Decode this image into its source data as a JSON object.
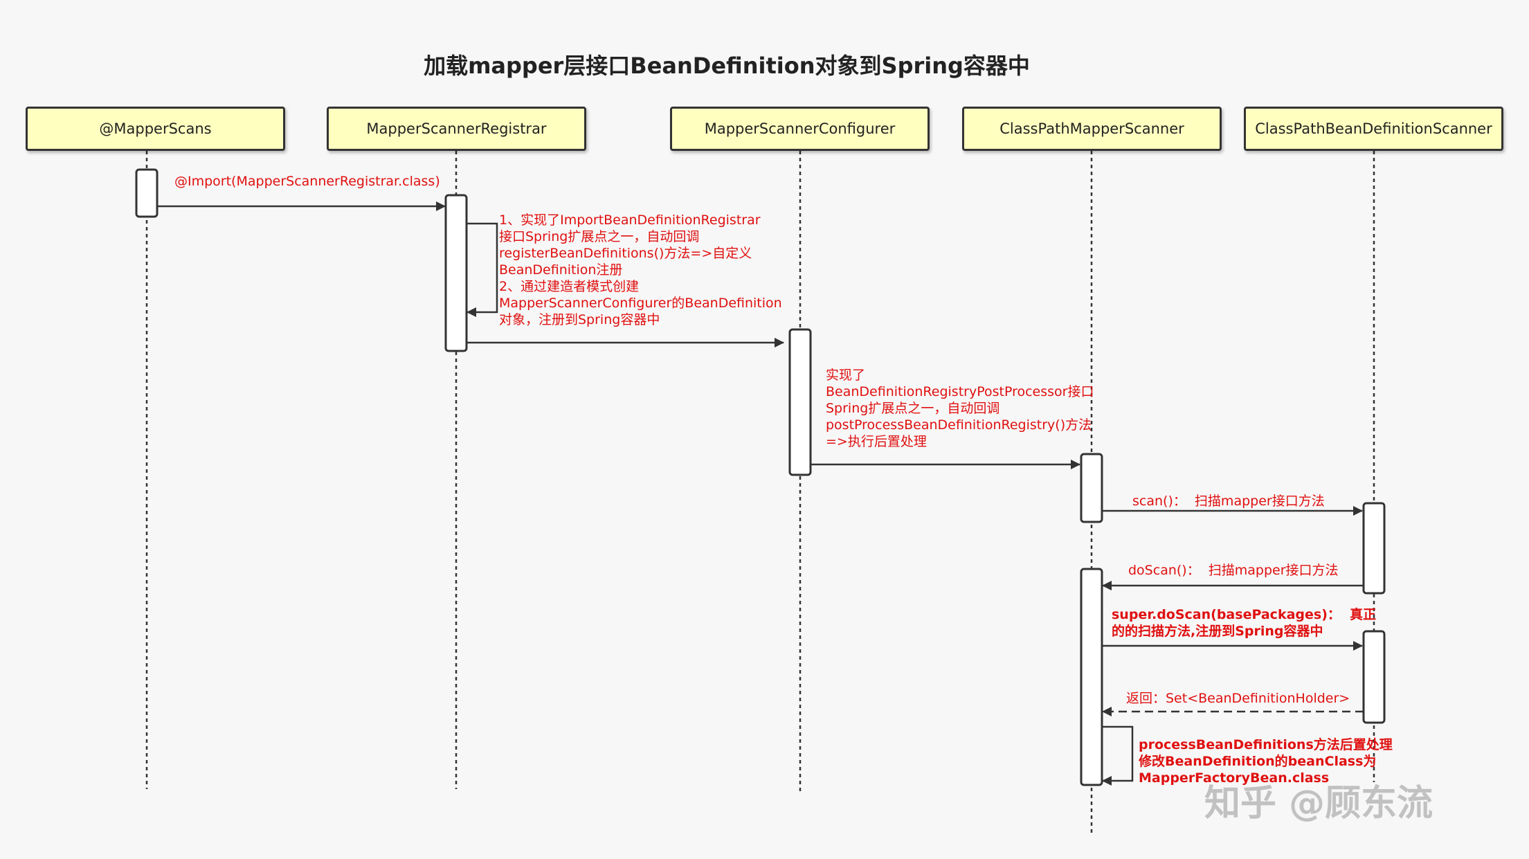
{
  "title": "加载mapper层接口BeanDefinition对象到Spring容器中",
  "participants": [
    "@MapperScans",
    "MapperScannerRegistrar",
    "MapperScannerConfigurer",
    "ClassPathMapperScanner",
    "ClassPathBeanDefinitionScanner"
  ],
  "messages": {
    "import": "@Import(MapperScannerRegistrar.class)",
    "registrar_note": "1、实现了ImportBeanDefinitionRegistrar\n接口Spring扩展点之一，自动回调\nregisterBeanDefinitions()方法=>自定义\nBeanDefinition注册\n2、通过建造者模式创建\nMapperScannerConfigurer的BeanDefinition\n对象，注册到Spring容器中",
    "configurer_note": "实现了\nBeanDefinitionRegistryPostProcessor接口\nSpring扩展点之一，自动回调\npostProcessBeanDefinitionRegistry()方法\n=>执行后置处理",
    "scan": "scan()：  扫描mapper接口方法",
    "doscan": "doScan()：  扫描mapper接口方法",
    "super_doscan": "super.doScan(basePackages)：  真正\n的的扫描方法,注册到Spring容器中",
    "return": "返回：Set<BeanDefinitionHolder>",
    "process_note": "processBeanDefinitions方法后置处理\n修改BeanDefinition的beanClass为\nMapperFactoryBean.class"
  },
  "watermark": "知乎 @顾东流",
  "colors": {
    "participant_fill": "#ffffc0",
    "note_text": "#e01010",
    "line": "#333333"
  }
}
